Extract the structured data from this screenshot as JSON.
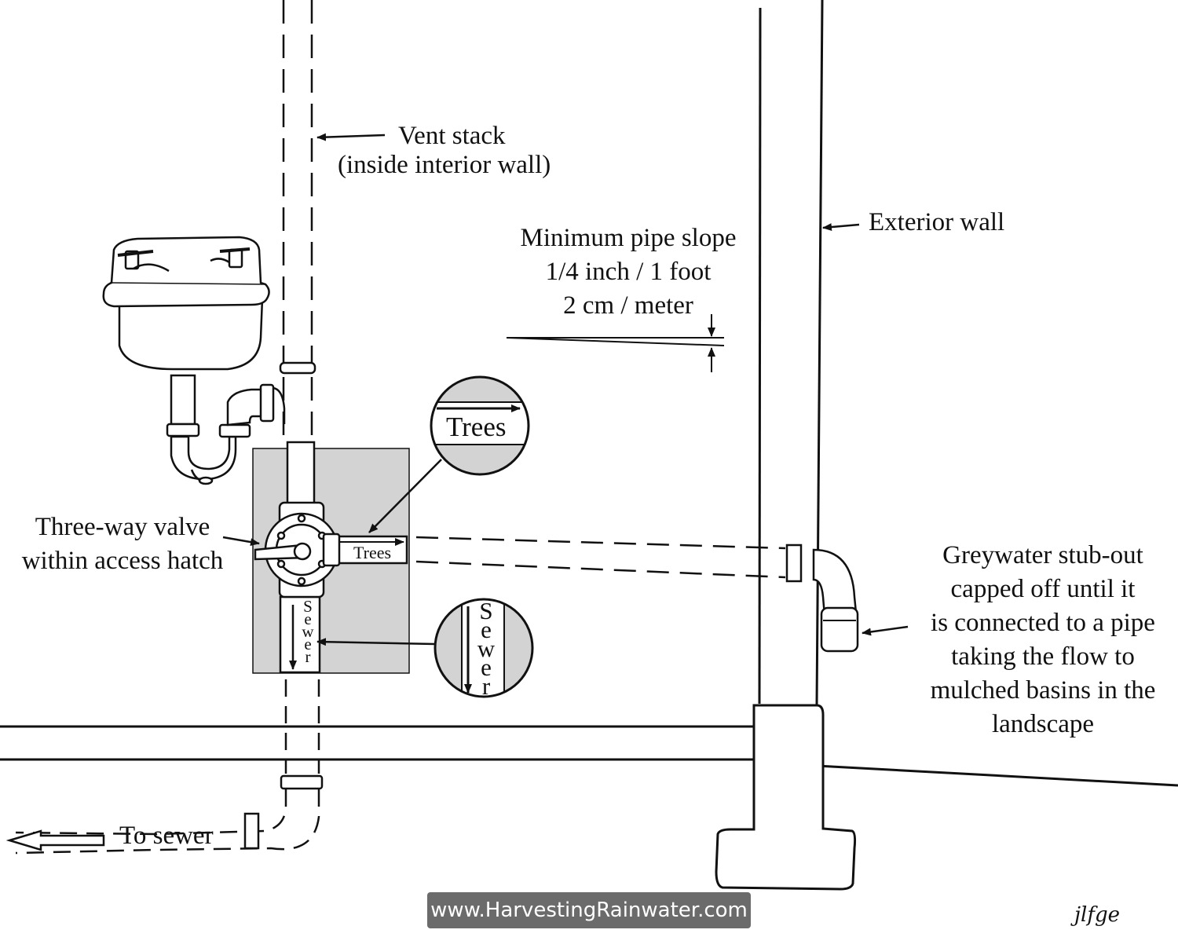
{
  "labels": {
    "vent_stack": [
      "Vent stack",
      "(inside interior wall)"
    ],
    "exterior_wall": "Exterior wall",
    "pipe_slope": [
      "Minimum pipe slope",
      "1/4 inch / 1 foot",
      "2 cm / meter"
    ],
    "three_way_valve": [
      "Three-way valve",
      "within access hatch"
    ],
    "trees_detail": "Trees",
    "trees_pipe": "Trees",
    "sewer_pipe_letters": [
      "S",
      "e",
      "w",
      "e",
      "r"
    ],
    "sewer_detail_letters": [
      "S",
      "e",
      "w",
      "e",
      "r"
    ],
    "greywater_stub": [
      "Greywater stub-out",
      "capped off until it",
      "is connected to a pipe",
      "taking the flow to",
      "mulched basins in the",
      "landscape"
    ],
    "to_sewer": "To sewer"
  },
  "footer": {
    "website": "www.HarvestingRainwater.com",
    "signature": "jlfge"
  },
  "colors": {
    "hatch_fill": "#d3d3d3",
    "line": "#111111",
    "website_bg": "#6b6b6b"
  }
}
